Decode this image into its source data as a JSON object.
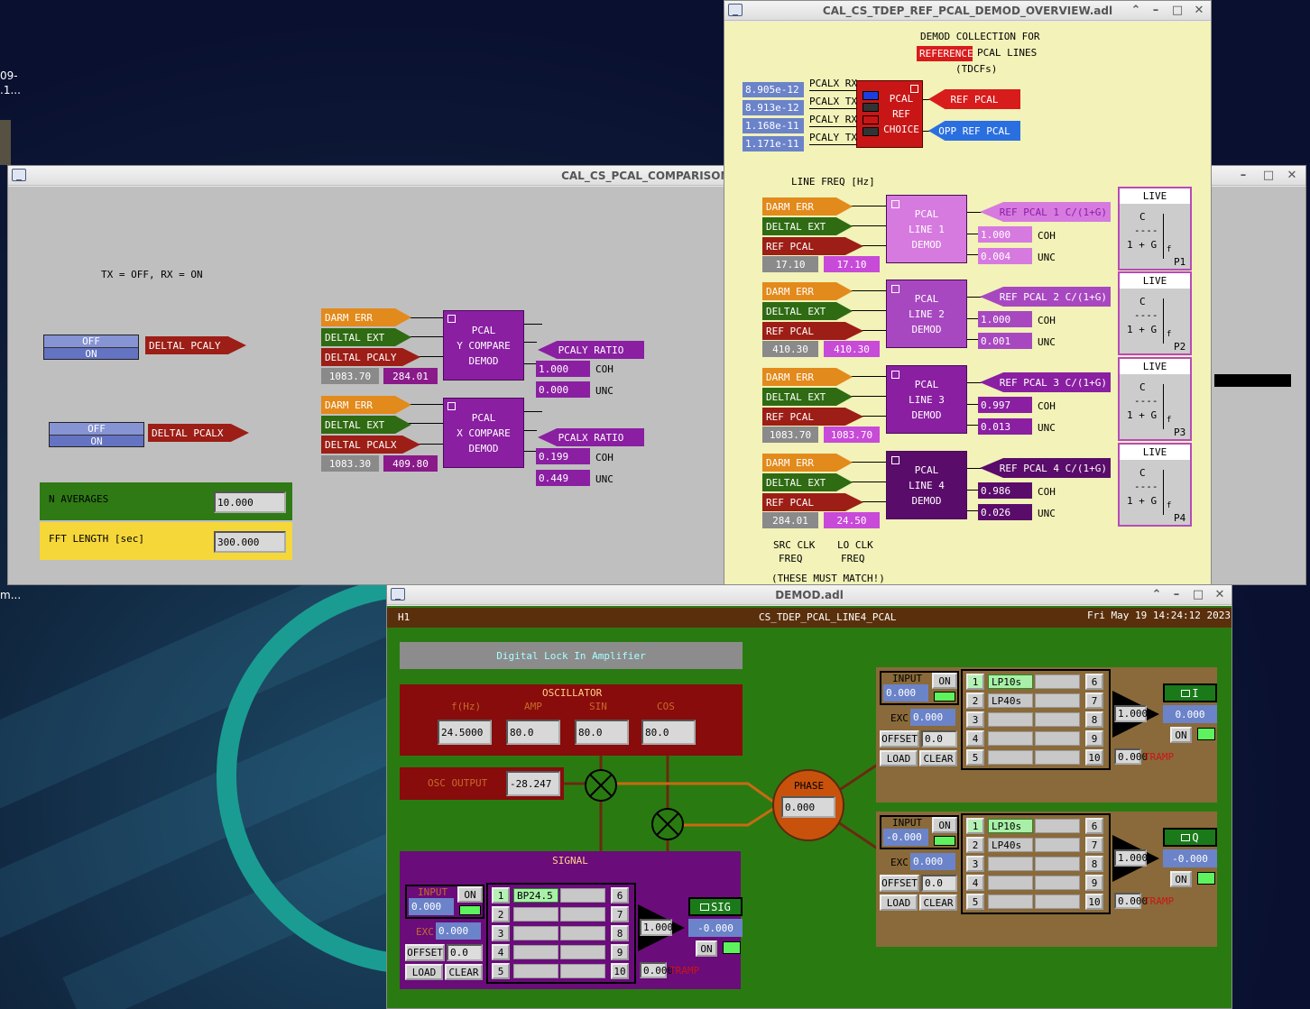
{
  "desktop": {
    "snippet1": "09-",
    "snippet2": ".1...",
    "snippet3": "m..."
  },
  "comparison": {
    "title": "CAL_CS_PCAL_COMPARISON.adl",
    "note": "TX = OFF, RX = ON",
    "toggle_y": {
      "off": "OFF",
      "on": "ON",
      "label": "DELTAL PCALY"
    },
    "toggle_x": {
      "off": "OFF",
      "on": "ON",
      "label": "DELTAL PCALX"
    },
    "y_demod": {
      "in1": "DARM ERR",
      "in2": "DELTAL EXT",
      "in3": "DELTAL PCALY",
      "freq1": "1083.70",
      "freq2": "284.01",
      "block": [
        "PCAL",
        "Y COMPARE",
        "DEMOD"
      ],
      "out": "PCALY RATIO",
      "coh": "1.000",
      "unc": "0.000",
      "coh_label": "COH",
      "unc_label": "UNC"
    },
    "x_demod": {
      "in1": "DARM ERR",
      "in2": "DELTAL EXT",
      "in3": "DELTAL PCALX",
      "freq1": "1083.30",
      "freq2": "409.80",
      "block": [
        "PCAL",
        "X COMPARE",
        "DEMOD"
      ],
      "out": "PCALX RATIO",
      "coh": "0.199",
      "unc": "0.449",
      "coh_label": "COH",
      "unc_label": "UNC"
    },
    "n_avg_label": "N AVERAGES",
    "n_avg": "10.000",
    "fft_label": "FFT LENGTH [sec]",
    "fft": "300.000"
  },
  "overview": {
    "title": "CAL_CS_TDEP_REF_PCAL_DEMOD_OVERVIEW.adl",
    "header1": "DEMOD COLLECTION FOR",
    "header_ref": "REFERENCE",
    "header2": "PCAL LINES",
    "header3": "(TDCFs)",
    "pcal_vals": [
      "8.905e-12",
      "8.913e-12",
      "1.168e-11",
      "1.171e-11"
    ],
    "pcal_labels": [
      "PCALX RX",
      "PCALX TX",
      "PCALY RX",
      "PCALY TX"
    ],
    "choice_block": [
      "PCAL",
      "REF",
      "CHOICE"
    ],
    "ref_pcal": "REF PCAL",
    "opp_ref_pcal": "OPP REF PCAL",
    "line_freq": "LINE FREQ [Hz]",
    "lines": [
      {
        "in1": "DARM ERR",
        "in2": "DELTAL EXT",
        "in3": "REF PCAL",
        "src": "17.10",
        "lo": "17.10",
        "block": [
          "PCAL",
          "LINE 1",
          "DEMOD"
        ],
        "out": "REF PCAL 1 C/(1+G)",
        "coh": "1.000",
        "unc": "0.004",
        "live": "LIVE",
        "c": "C",
        "dash": "----",
        "g": "1 + G",
        "f": "f",
        "p": "P1"
      },
      {
        "in1": "DARM ERR",
        "in2": "DELTAL EXT",
        "in3": "REF PCAL",
        "src": "410.30",
        "lo": "410.30",
        "block": [
          "PCAL",
          "LINE 2",
          "DEMOD"
        ],
        "out": "REF PCAL 2 C/(1+G)",
        "coh": "1.000",
        "unc": "0.001",
        "live": "LIVE",
        "c": "C",
        "dash": "----",
        "g": "1 + G",
        "f": "f",
        "p": "P2"
      },
      {
        "in1": "DARM ERR",
        "in2": "DELTAL EXT",
        "in3": "REF PCAL",
        "src": "1083.70",
        "lo": "1083.70",
        "block": [
          "PCAL",
          "LINE 3",
          "DEMOD"
        ],
        "out": "REF PCAL 3 C/(1+G)",
        "coh": "0.997",
        "unc": "0.013",
        "live": "LIVE",
        "c": "C",
        "dash": "----",
        "g": "1 + G",
        "f": "f",
        "p": "P3"
      },
      {
        "in1": "DARM ERR",
        "in2": "DELTAL EXT",
        "in3": "REF PCAL",
        "src": "284.01",
        "lo": "24.50",
        "block": [
          "PCAL",
          "LINE 4",
          "DEMOD"
        ],
        "out": "REF PCAL 4 C/(1+G)",
        "coh": "0.986",
        "unc": "0.026",
        "live": "LIVE",
        "c": "C",
        "dash": "----",
        "g": "1 + G",
        "f": "f",
        "p": "P4"
      }
    ],
    "coh_label": "COH",
    "unc_label": "UNC",
    "src_clk": [
      "SRC CLK",
      "FREQ"
    ],
    "lo_clk": [
      "LO CLK",
      "FREQ"
    ],
    "must_match": "(THESE MUST MATCH!)"
  },
  "demod": {
    "title": "DEMOD.adl",
    "site": "H1",
    "channel": "CS_TDEP_PCAL_LINE4_PCAL",
    "datetime": "Fri May 19 14:24:12 2023",
    "dlia": "Digital Lock In Amplifier",
    "osc": {
      "title": "OSCILLATOR",
      "f_label": "f(Hz)",
      "amp_label": "AMP",
      "sin_label": "SIN",
      "cos_label": "COS",
      "f": "24.5000",
      "amp": "80.0",
      "sin": "80.0",
      "cos": "80.0"
    },
    "osc_out_label": "OSC OUTPUT",
    "osc_out": "-28.247",
    "phase_label": "PHASE",
    "phase": "0.000",
    "signal": {
      "title": "SIGNAL",
      "input_label": "INPUT",
      "input": "0.000",
      "on": "ON",
      "exc_label": "EXC",
      "exc": "0.000",
      "offset": "OFFSET",
      "offset_val": "0.0",
      "load": "LOAD",
      "clear": "CLEAR",
      "filter1": "BP24.5",
      "gain": "1.000",
      "out_label": "SIG",
      "out": "-0.000",
      "on2": "ON",
      "tramp": "0.000",
      "tramp_label": "TRAMP",
      "nums": [
        "1",
        "2",
        "3",
        "4",
        "5",
        "6",
        "7",
        "8",
        "9",
        "10"
      ]
    },
    "i": {
      "title": "I",
      "input_label": "INPUT",
      "input": "0.000",
      "on": "ON",
      "exc_label": "EXC",
      "exc": "0.000",
      "offset": "OFFSET",
      "offset_val": "0.0",
      "load": "LOAD",
      "clear": "CLEAR",
      "filter1": "LP10s",
      "filter2": "LP40s",
      "gain": "1.000",
      "out_label": "I",
      "out": "0.000",
      "on2": "ON",
      "tramp": "0.000",
      "tramp_label": "TRAMP",
      "nums": [
        "1",
        "2",
        "3",
        "4",
        "5",
        "6",
        "7",
        "8",
        "9",
        "10"
      ]
    },
    "q": {
      "title": "Q",
      "input_label": "INPUT",
      "input": "-0.000",
      "on": "ON",
      "exc_label": "EXC",
      "exc": "0.000",
      "offset": "OFFSET",
      "offset_val": "0.0",
      "load": "LOAD",
      "clear": "CLEAR",
      "filter1": "LP10s",
      "filter2": "LP40s",
      "gain": "1.000",
      "out_label": "Q",
      "out": "-0.000",
      "on2": "ON",
      "tramp": "0.000",
      "tramp_label": "TRAMP",
      "nums": [
        "1",
        "2",
        "3",
        "4",
        "5",
        "6",
        "7",
        "8",
        "9",
        "10"
      ]
    }
  }
}
